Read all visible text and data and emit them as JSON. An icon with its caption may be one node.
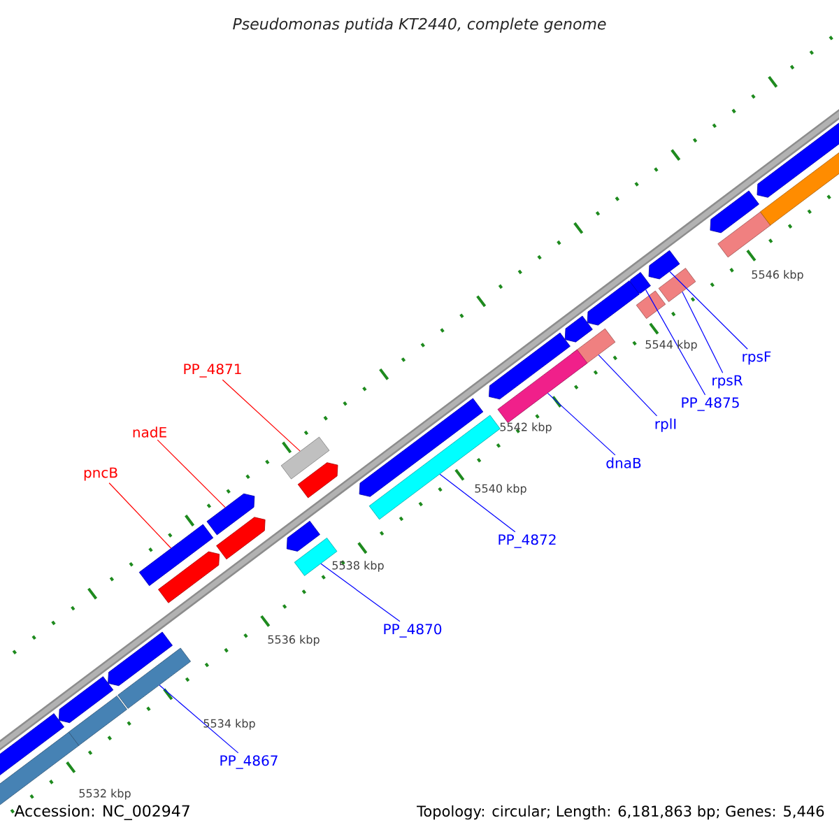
{
  "diagram": {
    "title": "Pseudomonas putida KT2440, complete genome",
    "nodes": [
      {
        "text": [
          "rpsF"
        ]
      },
      {
        "text": [
          "rpsR"
        ]
      },
      {
        "text": [
          "PP_4875"
        ]
      },
      {
        "text": [
          "PP_4871"
        ]
      },
      {
        "text": [
          "rplI"
        ]
      },
      {
        "text": [
          "dnaB"
        ]
      },
      {
        "text": [
          "nadE"
        ]
      },
      {
        "text": [
          "pncB"
        ]
      },
      {
        "text": [
          "PP_4872"
        ]
      },
      {
        "text": [
          "PP_4870"
        ]
      },
      {
        "text": [
          "PP_4867"
        ]
      },
      {
        "text": [],
        "shape": "arrow"
      },
      {
        "text": [],
        "shape": "box"
      },
      {
        "text": [],
        "shape": "arrow"
      },
      {
        "text": [],
        "shape": "box"
      },
      {
        "text": [],
        "shape": "box"
      },
      {
        "text": [],
        "shape": "box"
      },
      {
        "text": [],
        "shape": "arrow"
      },
      {
        "text": [],
        "shape": "box"
      },
      {
        "text": [],
        "shape": "box"
      },
      {
        "text": [],
        "shape": "box"
      },
      {
        "text": [],
        "shape": "box"
      },
      {
        "text": [],
        "shape": "arrow"
      },
      {
        "text": [],
        "shape": "arrow"
      },
      {
        "text": [],
        "shape": "arrow"
      },
      {
        "text": [],
        "shape": "arrow"
      },
      {
        "text": [],
        "shape": "arrow"
      },
      {
        "text": [],
        "shape": "arrow"
      },
      {
        "text": [],
        "shape": "arrow"
      },
      {
        "text": [],
        "shape": "arrow"
      },
      {
        "text": [],
        "shape": "arrow"
      },
      {
        "text": [],
        "shape": "arrow"
      },
      {
        "text": [],
        "shape": "box"
      },
      {
        "text": [],
        "shape": "box"
      },
      {
        "text": [],
        "shape": "box"
      },
      {
        "text": [],
        "shape": "box"
      },
      {
        "text": [],
        "shape": "box"
      },
      {
        "text": [],
        "shape": "arrow"
      },
      {
        "text": [],
        "shape": "arrow"
      },
      {
        "text": [],
        "shape": "arrow"
      }
    ],
    "edges": [
      {
        "from": 0,
        "to": 11,
        "arrow": "none"
      },
      {
        "from": 1,
        "to": 12,
        "arrow": "none"
      },
      {
        "from": 2,
        "to": 13,
        "arrow": "none"
      },
      {
        "from": 3,
        "to": 14,
        "arrow": "none",
        "color": "#ff0000"
      },
      {
        "from": 4,
        "to": 15,
        "arrow": "none"
      },
      {
        "from": 5,
        "to": 16,
        "arrow": "none"
      },
      {
        "from": 6,
        "to": 17,
        "arrow": "none",
        "color": "#ff0000"
      },
      {
        "from": 7,
        "to": 18,
        "arrow": "none",
        "color": "#ff0000"
      },
      {
        "from": 8,
        "to": 19,
        "arrow": "none"
      },
      {
        "from": 9,
        "to": 20,
        "arrow": "none"
      },
      {
        "from": 10,
        "to": 21,
        "arrow": "none"
      }
    ],
    "labels": [
      "5546 kbp",
      "5544 kbp",
      "5542 kbp",
      "5540 kbp",
      "5538 kbp",
      "5536 kbp",
      "5534 kbp",
      "5532 kbp",
      "Accession: NC_002947",
      "Topology: circular; Length: 6,181,863 bp; Genes: 5,446"
    ]
  }
}
